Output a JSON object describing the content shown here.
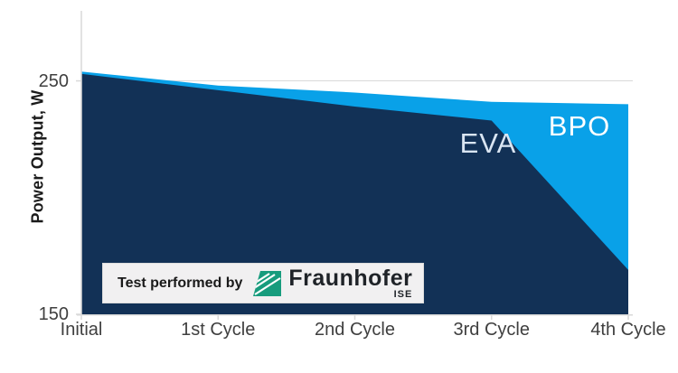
{
  "chart_data": {
    "type": "area",
    "title": "",
    "xlabel": "",
    "ylabel": "Power Output, W",
    "categories": [
      "Initial",
      "1st Cycle",
      "2nd Cycle",
      "3rd Cycle",
      "4th Cycle"
    ],
    "series": [
      {
        "name": "BPO",
        "color": "#09a1e8",
        "label_color": "#ffffff",
        "values": [
          254,
          248,
          245,
          241,
          240
        ]
      },
      {
        "name": "EVA",
        "color": "#123156",
        "label_color": "#d9e5f2",
        "values": [
          253,
          246,
          239,
          233,
          169
        ]
      }
    ],
    "ylim": [
      150,
      280
    ],
    "yticks": [
      150,
      250
    ],
    "gridlines": [
      250
    ],
    "grid_on": true,
    "legend_position": "labels-inside-plot",
    "axis_color": "#d9d9d9",
    "tick_label_color": "#3f3f3f",
    "plot_background": "#ffffff"
  },
  "badge": {
    "prefix": "Test performed by",
    "org": "Fraunhofer",
    "sub": "ISE",
    "logo_color": "#179c7d",
    "background": "#f1f0f1"
  }
}
